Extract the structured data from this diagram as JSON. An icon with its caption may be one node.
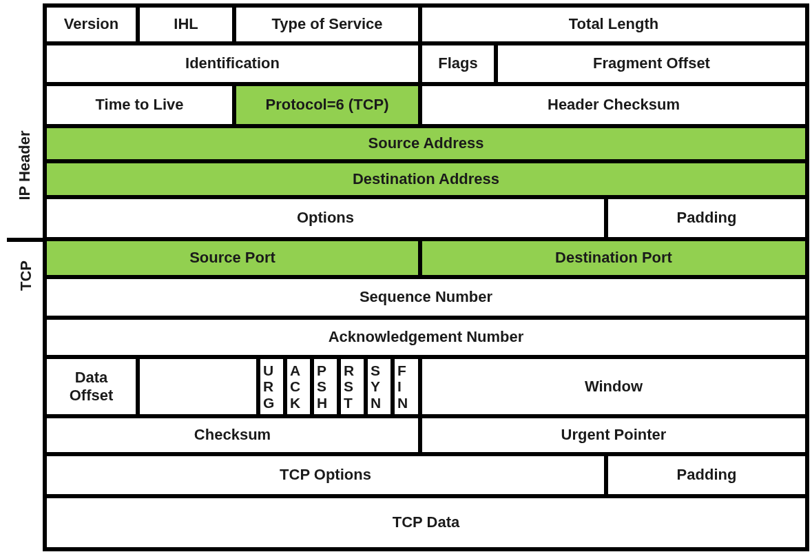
{
  "diagram": {
    "nodes": [
      {
        "text": [
          "Version"
        ]
      },
      {
        "text": [
          "IHL"
        ]
      },
      {
        "text": [
          "Type of Service"
        ]
      },
      {
        "text": [
          "Total Length"
        ]
      },
      {
        "text": [
          "Identification"
        ]
      },
      {
        "text": [
          "Flags"
        ]
      },
      {
        "text": [
          "Fragment Offset"
        ]
      },
      {
        "text": [
          "Time to Live"
        ]
      },
      {
        "text": [
          "Protocol=6 (TCP)"
        ]
      },
      {
        "text": [
          "Header Checksum"
        ]
      },
      {
        "text": [
          "Source Address"
        ]
      },
      {
        "text": [
          "Destination Address"
        ]
      },
      {
        "text": [
          "Options"
        ]
      },
      {
        "text": [
          "Padding"
        ]
      },
      {
        "text": [
          "Source Port"
        ]
      },
      {
        "text": [
          "Destination Port"
        ]
      },
      {
        "text": [
          "Sequence Number"
        ]
      },
      {
        "text": [
          "Acknowledgement Number"
        ]
      },
      {
        "text": [
          "Data Offset"
        ]
      },
      {
        "text": [],
        "shape": "box"
      },
      {
        "text": [
          "URG"
        ]
      },
      {
        "text": [
          "ACK"
        ]
      },
      {
        "text": [
          "PSH"
        ]
      },
      {
        "text": [
          "RST"
        ]
      },
      {
        "text": [
          "SYN"
        ]
      },
      {
        "text": [
          "FIN"
        ]
      },
      {
        "text": [
          "Window"
        ]
      },
      {
        "text": [
          "Checksum"
        ]
      },
      {
        "text": [
          "Urgent Pointer"
        ]
      },
      {
        "text": [
          "TCP Options"
        ]
      },
      {
        "text": [
          "Padding"
        ]
      },
      {
        "text": [
          "TCP Data"
        ]
      }
    ],
    "edges": [],
    "labels": [
      "IP Header",
      "TCP"
    ]
  }
}
